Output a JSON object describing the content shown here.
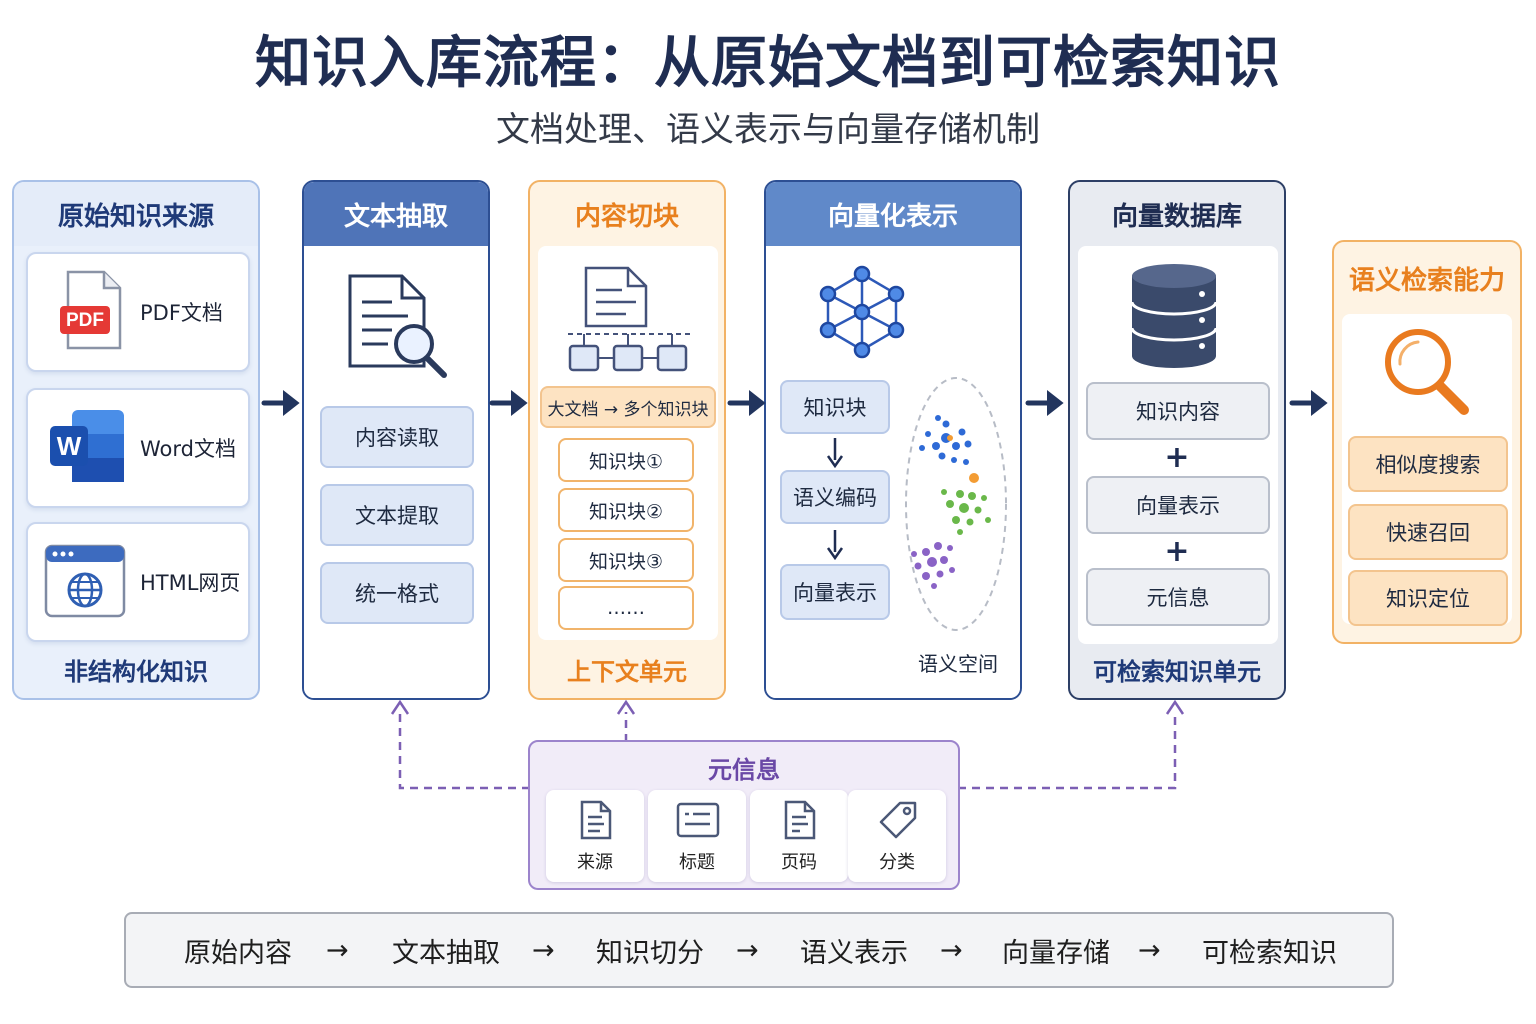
{
  "title": "知识入库流程：从原始文档到可检索知识",
  "subtitle": "文档处理、语义表示与向量存储机制",
  "colors": {
    "navy": "#1f2d52",
    "blue_head": "#4f74b8",
    "light_blue": "#dfe8f7",
    "orange": "#f0a24b",
    "purple": "#7c5fb4",
    "gray_head": "#e2e6ee"
  },
  "sources": {
    "title": "原始知识来源",
    "items": [
      {
        "label": "PDF文档",
        "icon": "pdf-file-icon",
        "badge": "PDF"
      },
      {
        "label": "Word文档",
        "icon": "word-file-icon",
        "badge": "W"
      },
      {
        "label": "HTML网页",
        "icon": "html-page-icon"
      }
    ],
    "footer": "非结构化知识"
  },
  "extract": {
    "title": "文本抽取",
    "icon": "document-search-icon",
    "steps": [
      "内容读取",
      "文本提取",
      "统一格式"
    ]
  },
  "chunk": {
    "title": "内容切块",
    "icon": "document-split-icon",
    "banner": "大文档 → 多个知识块",
    "chunks": [
      "知识块①",
      "知识块②",
      "知识块③",
      "……"
    ],
    "footer": "上下文单元"
  },
  "vector": {
    "title": "向量化表示",
    "icon": "neural-network-icon",
    "steps": [
      "知识块",
      "语义编码",
      "向量表示"
    ],
    "space_label": "语义空间"
  },
  "db": {
    "title": "向量数据库",
    "icon": "database-icon",
    "items": [
      "知识内容",
      "向量表示",
      "元信息"
    ],
    "plus": "+",
    "footer": "可检索知识单元"
  },
  "search": {
    "title": "语义检索能力",
    "icon": "magnifier-icon",
    "items": [
      "相似度搜索",
      "快速召回",
      "知识定位"
    ]
  },
  "meta": {
    "title": "元信息",
    "items": [
      {
        "label": "来源",
        "icon": "source-doc-icon"
      },
      {
        "label": "标题",
        "icon": "title-card-icon"
      },
      {
        "label": "页码",
        "icon": "page-doc-icon"
      },
      {
        "label": "分类",
        "icon": "tag-icon"
      }
    ]
  },
  "flow": [
    "原始内容",
    "文本抽取",
    "知识切分",
    "语义表示",
    "向量存储",
    "可检索知识"
  ],
  "flow_arrow": "→"
}
